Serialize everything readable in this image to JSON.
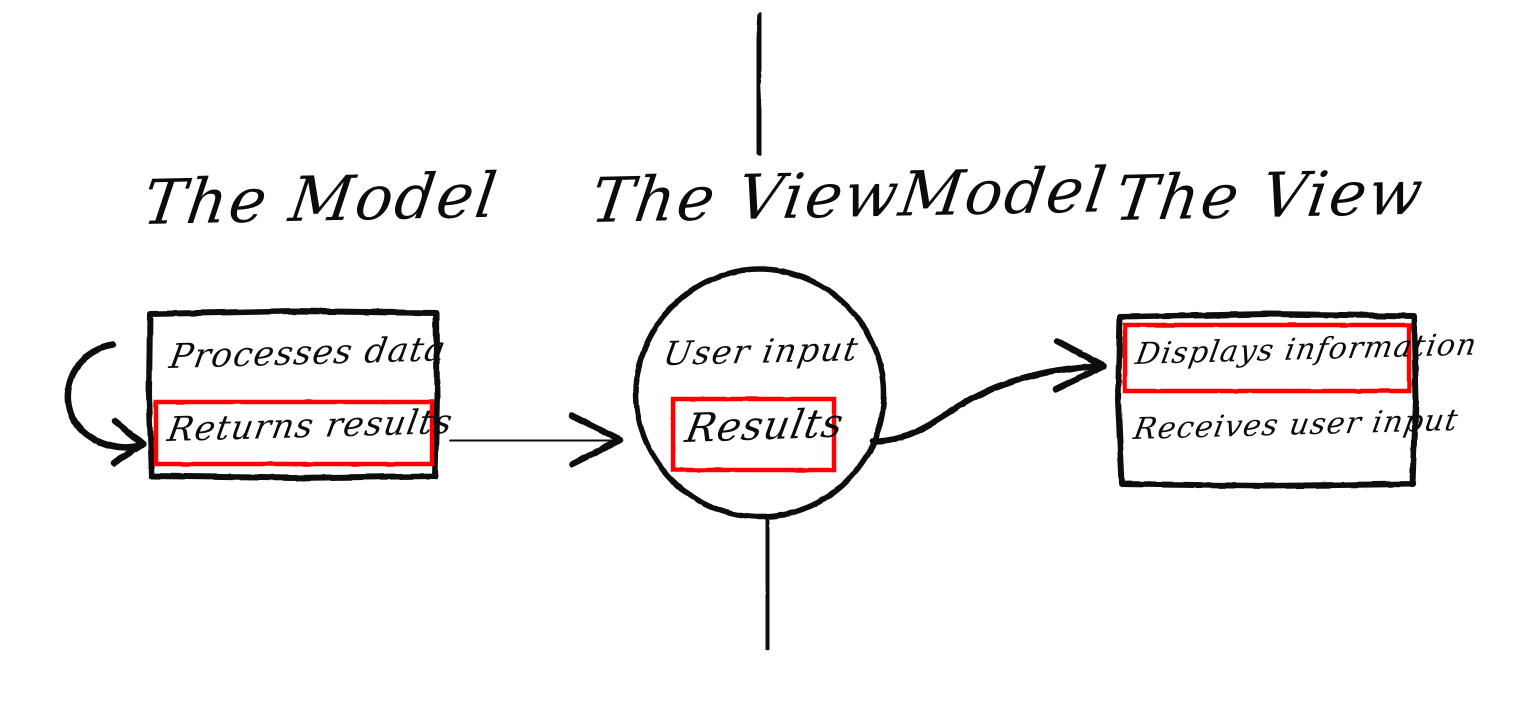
{
  "diagram": {
    "title": "MVVM pattern hand-drawn sketch",
    "style": "hand-drawn marker on white paper",
    "colors": {
      "ink": "#0b0b0b",
      "highlight": "#ff0000",
      "background": "#ffffff"
    }
  },
  "columns": [
    {
      "id": "model",
      "heading": "The Model",
      "shape": "rectangle",
      "lines": [
        {
          "text": "Processes data",
          "highlighted": false
        },
        {
          "text": "Returns results",
          "highlighted": true
        }
      ]
    },
    {
      "id": "viewmodel",
      "heading": "The ViewModel",
      "shape": "circle",
      "lines": [
        {
          "text": "User input",
          "highlighted": false
        },
        {
          "text": "Results",
          "highlighted": true
        }
      ]
    },
    {
      "id": "view",
      "heading": "The View",
      "shape": "rectangle",
      "lines": [
        {
          "text": "Displays information",
          "highlighted": true
        },
        {
          "text": "Receives user input",
          "highlighted": false
        }
      ]
    }
  ],
  "connectors": [
    {
      "id": "model-self-loop",
      "kind": "curved-loop-arrow",
      "from": "model",
      "to": "model",
      "label": ""
    },
    {
      "id": "model-to-viewmodel",
      "kind": "straight-arrow",
      "from": "model",
      "to": "viewmodel",
      "label": ""
    },
    {
      "id": "viewmodel-to-view",
      "kind": "s-curve-arrow",
      "from": "viewmodel",
      "to": "view",
      "label": ""
    },
    {
      "id": "viewmodel-top-stem",
      "kind": "vertical-line",
      "from": "top-edge",
      "to": "viewmodel",
      "label": ""
    },
    {
      "id": "viewmodel-bottom-stem",
      "kind": "vertical-line",
      "from": "viewmodel",
      "to": "bottom-edge",
      "label": ""
    }
  ]
}
